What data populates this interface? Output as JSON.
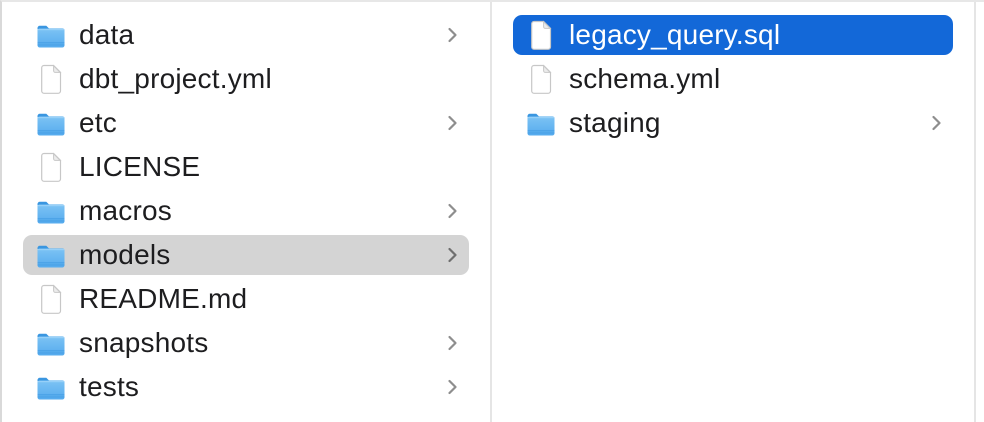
{
  "app": {
    "view": "finder-column-browser"
  },
  "columns": [
    {
      "id": "parent-directory",
      "items": [
        {
          "label": "data",
          "type": "folder",
          "chevron": true,
          "selected": "none"
        },
        {
          "label": "dbt_project.yml",
          "type": "file",
          "chevron": false,
          "selected": "none"
        },
        {
          "label": "etc",
          "type": "folder",
          "chevron": true,
          "selected": "none"
        },
        {
          "label": "LICENSE",
          "type": "file",
          "chevron": false,
          "selected": "none"
        },
        {
          "label": "macros",
          "type": "folder",
          "chevron": true,
          "selected": "none"
        },
        {
          "label": "models",
          "type": "folder",
          "chevron": true,
          "selected": "secondary"
        },
        {
          "label": "README.md",
          "type": "file",
          "chevron": false,
          "selected": "none"
        },
        {
          "label": "snapshots",
          "type": "folder",
          "chevron": true,
          "selected": "none"
        },
        {
          "label": "tests",
          "type": "folder",
          "chevron": true,
          "selected": "none"
        }
      ]
    },
    {
      "id": "models-directory",
      "items": [
        {
          "label": "legacy_query.sql",
          "type": "file",
          "chevron": false,
          "selected": "primary"
        },
        {
          "label": "schema.yml",
          "type": "file",
          "chevron": false,
          "selected": "none"
        },
        {
          "label": "staging",
          "type": "folder",
          "chevron": true,
          "selected": "none"
        }
      ]
    }
  ],
  "icons": {
    "folder": "folder-icon",
    "file": "document-icon",
    "chevron": "chevron-right-icon"
  },
  "colors": {
    "selection_blue": "#1368d8",
    "selection_gray": "#d4d4d4",
    "label_text": "#1d1d1f",
    "selected_label_text": "#ffffff",
    "chevron_gray": "#8e8e8e",
    "column_divider": "#e5e5e5",
    "folder_blue_top": "#7dc3f4",
    "folder_blue_bottom": "#55abee",
    "folder_tab_blue": "#3a96e0",
    "background": "#ffffff"
  }
}
